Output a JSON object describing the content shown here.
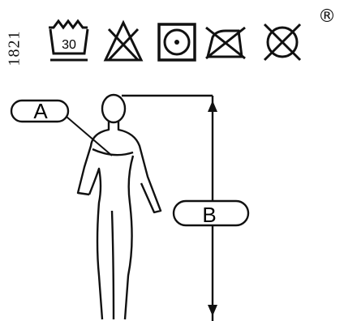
{
  "label": {
    "code": "1821",
    "registered_mark": "®",
    "care_symbols": [
      {
        "icon": "wash-30-icon",
        "text": "30"
      },
      {
        "icon": "no-bleach-icon"
      },
      {
        "icon": "tumble-dry-icon"
      },
      {
        "icon": "no-iron-icon"
      },
      {
        "icon": "no-dry-clean-icon"
      }
    ]
  },
  "measurement": {
    "a_label": "A",
    "b_label": "B"
  },
  "colors": {
    "ink": "#111111",
    "background": "#ffffff"
  }
}
